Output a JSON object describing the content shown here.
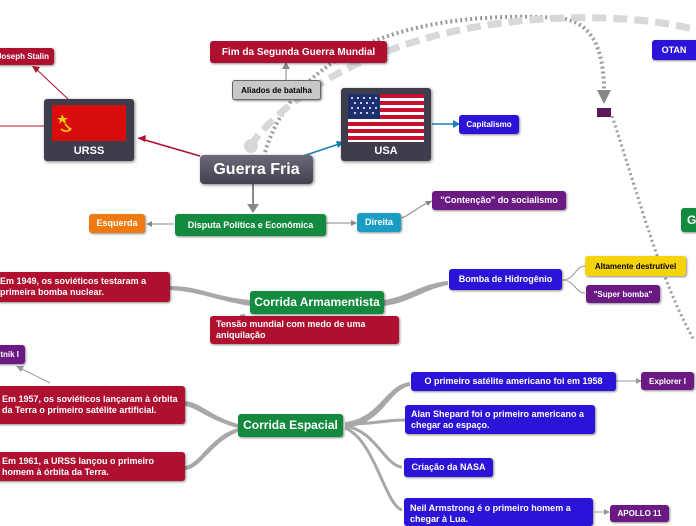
{
  "central": "Guerra Fria",
  "countries": {
    "urss": {
      "label": "URSS",
      "flag": "soviet-flag"
    },
    "usa": {
      "label": "USA",
      "flag": "us-flag"
    }
  },
  "nodes": {
    "stalin": "Joseph Stalin",
    "fim": "Fim da Segunda Guerra Mundial",
    "aliados": "Aliados de batalha",
    "capitalismo": "Capitalismo",
    "otan": "OTAN",
    "partial_g": "G",
    "esquerda": "Esquerda",
    "disputa": "Disputa Política e Econômica",
    "direita": "Direita",
    "contencao": "\"Contenção\" do socialismo",
    "altamente": "Altamente destrutível",
    "bomba": "Bomba de Hidrogênio",
    "super": "\"Super bomba\"",
    "teste1949": "Em 1949, os soviéticos testaram a primeira bomba nuclear.",
    "armamentista": "Corrida Armamentista",
    "tensao": "Tensão mundial com medo de uma aniquilação",
    "sputnik": "Sputnik I",
    "lanc1957": "Em 1957, os soviéticos lançaram à órbita da Terra o primeiro satélite artificial.",
    "espacial": "Corrida Espacial",
    "orb1961": "Em 1961, a URSS lançou o primeiro homem à órbita da Terra.",
    "satelite1958": "O primeiro satélite americano foi em 1958",
    "explorer": "Explorer I",
    "shepard": "Alan Shepard foi o primeiro americano a chegar ao espaço.",
    "nasa": "Criação da NASA",
    "armstrong": "Neil Armstrong é o primeiro homem a chegar à Lua.",
    "apollo": "APOLLO 11"
  },
  "colors": {
    "red": "#b0102f",
    "blue": "#2b14d8",
    "purple": "#6b1a84",
    "green": "#138a3e",
    "orange": "#ee7a10",
    "teal": "#1a9cc4",
    "yellow": "#f6d40c",
    "gray": "#c8c8c8",
    "central": "#55555f"
  }
}
